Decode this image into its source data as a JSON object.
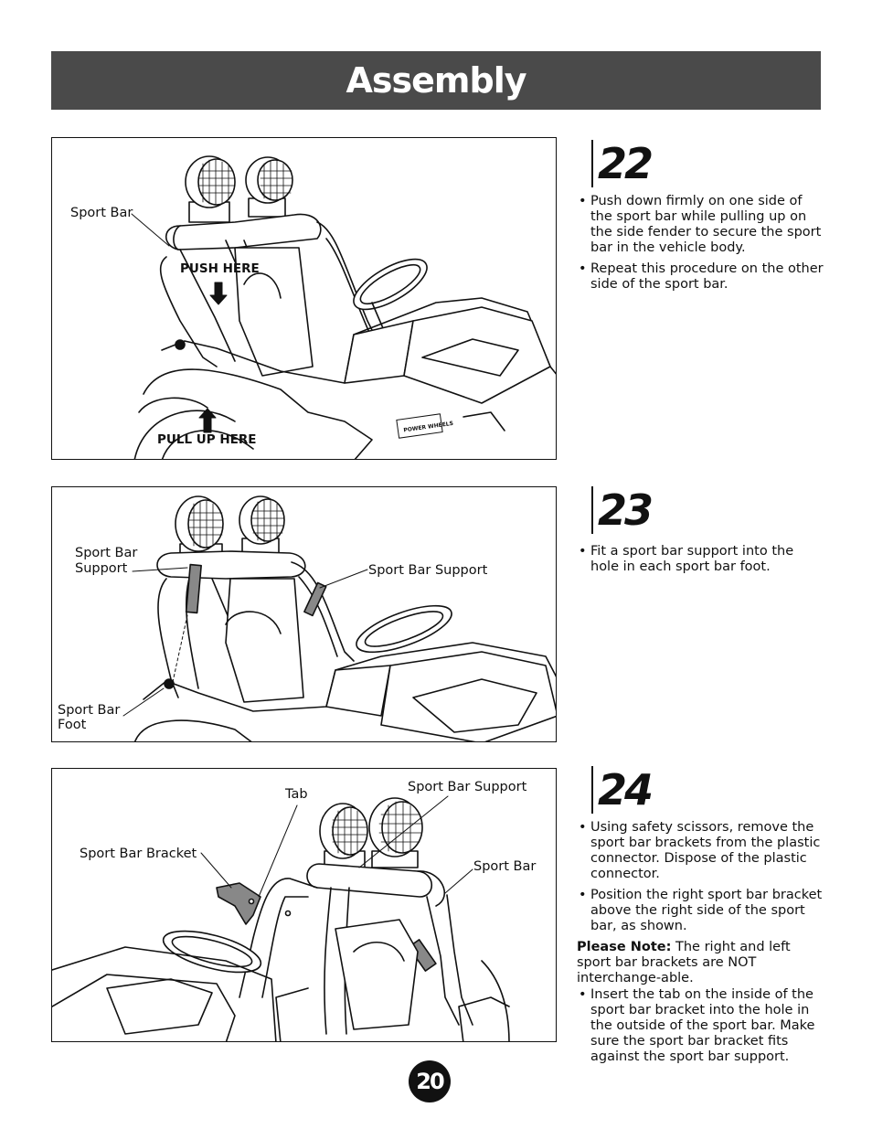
{
  "header": {
    "title": "Assembly"
  },
  "step22": {
    "number": "22",
    "labels": {
      "sport_bar": "Sport Bar",
      "push_here": "PUSH HERE",
      "pull_up_here": "PULL UP HERE"
    },
    "bullets": [
      "Push down firmly on one side of the sport bar while pulling up on the side fender to secure the sport bar in the vehicle body.",
      "Repeat this procedure on the other side of the sport bar."
    ]
  },
  "step23": {
    "number": "23",
    "labels": {
      "support_left_1": "Sport Bar",
      "support_left_2": "Support",
      "support_right": "Sport Bar Support",
      "foot_1": "Sport Bar",
      "foot_2": "Foot"
    },
    "bullets": [
      "Fit a sport bar support into the hole in each sport bar foot."
    ]
  },
  "step24": {
    "number": "24",
    "labels": {
      "tab": "Tab",
      "support": "Sport Bar Support",
      "bracket": "Sport Bar Bracket",
      "sport_bar": "Sport Bar"
    },
    "bullets_a": [
      "Using safety scissors, remove the sport bar brackets from the plastic connector. Dispose of the plastic connector.",
      "Position the right sport bar bracket above the right side of the sport bar, as shown."
    ],
    "note_label": "Please Note:",
    "note_text": " The right and left sport bar brackets are NOT interchange-able.",
    "bullets_b": [
      "Insert the tab on the inside of the sport bar bracket into the hole in the outside of the sport bar. Make sure the sport bar bracket fits against the sport bar support."
    ]
  },
  "footer": {
    "page_number": "20"
  }
}
